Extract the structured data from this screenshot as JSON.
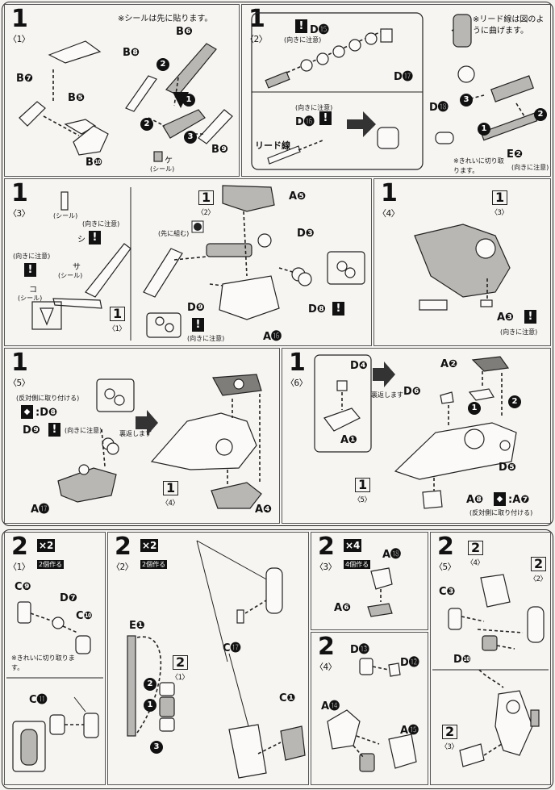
{
  "step1": {
    "number": "1",
    "sub1": {
      "label": "〈1〉",
      "note": "※シールは先に貼ります。",
      "parts": [
        "B❼",
        "B❺",
        "B❿",
        "B❽",
        "B❻",
        "B❾"
      ],
      "sticker": "ケ",
      "sticker_caption": "(シール)"
    },
    "sub2": {
      "label": "〈2〉",
      "d15": "D⓯",
      "d15_caution": "(向きに注意)",
      "d17": "D⓱",
      "d16": "D⓰",
      "d16_caution": "(向きに注意)",
      "lead_wire": "リード線",
      "note_bend": "※リード線は図のように曲げます。",
      "d18": "D⓲",
      "e2": "E❷",
      "e2_caution": "(向きに注意)",
      "note_cut": "※きれいに切り取ります。"
    },
    "sub3": {
      "label": "〈3〉",
      "sticker_caption": "(シール)",
      "caution": "(向きに注意)",
      "sticker_shi": "シ",
      "sticker_sa": "サ",
      "sticker_ko": "コ",
      "ref_2": "〈2〉",
      "ref_1": "〈1〉",
      "join_first": "(先に組む)",
      "a5": "A❺",
      "d3": "D❸",
      "d8": "D❽",
      "d9": "D❾",
      "a16": "A⓰"
    },
    "sub4": {
      "label": "〈4〉",
      "ref_3": "〈3〉",
      "a3": "A❸",
      "a3_caution": "(向きに注意)"
    },
    "sub5": {
      "label": "〈5〉",
      "opposite": "(反対側に取り付ける)",
      "d8": ":D❽",
      "d9": "D❾",
      "d9_caution": "(向きに注意)",
      "a17": "A⓱",
      "flip": "裏返します",
      "ref_4": "〈4〉",
      "a4": "A❹"
    },
    "sub6": {
      "label": "〈6〉",
      "d4": "D❹",
      "a1": "A❶",
      "flip": "裏返します",
      "a2": "A❷",
      "d6": "D❻",
      "d5": "D❺",
      "ref_5": "〈5〉",
      "a8": "A❽",
      "a7": ":A❼",
      "opposite": "(反対側に取り付ける)"
    }
  },
  "step2": {
    "number": "2",
    "sub1": {
      "label": "〈1〉",
      "mult": "×2",
      "mult_note": "2個作る",
      "c9": "C❾",
      "d7": "D❼",
      "c10": "C❿",
      "note_cut": "※きれいに切り取ります。",
      "c11": "C⓫"
    },
    "sub2": {
      "label": "〈2〉",
      "mult": "×2",
      "mult_note": "2個作る",
      "e1": "E❶",
      "ref_1": "〈1〉",
      "c17": "C⓱",
      "c1": "C❶"
    },
    "sub3": {
      "label": "〈3〉",
      "mult": "×4",
      "mult_note": "4個作る",
      "a18": "A⓲",
      "a6": "A❻"
    },
    "sub4": {
      "label": "〈4〉",
      "d13": "D⓭",
      "d12": "D⓬",
      "a14": "A⓮",
      "a15": "A⓯"
    },
    "sub5": {
      "label": "〈5〉",
      "ref_4": "〈4〉",
      "ref_2": "〈2〉",
      "c3": "C❸",
      "d10": "D❿",
      "ref_3": "〈3〉"
    }
  },
  "colors": {
    "ink": "#111111",
    "paper": "#f4f2ef",
    "grey_part": "#b9b7b3"
  }
}
